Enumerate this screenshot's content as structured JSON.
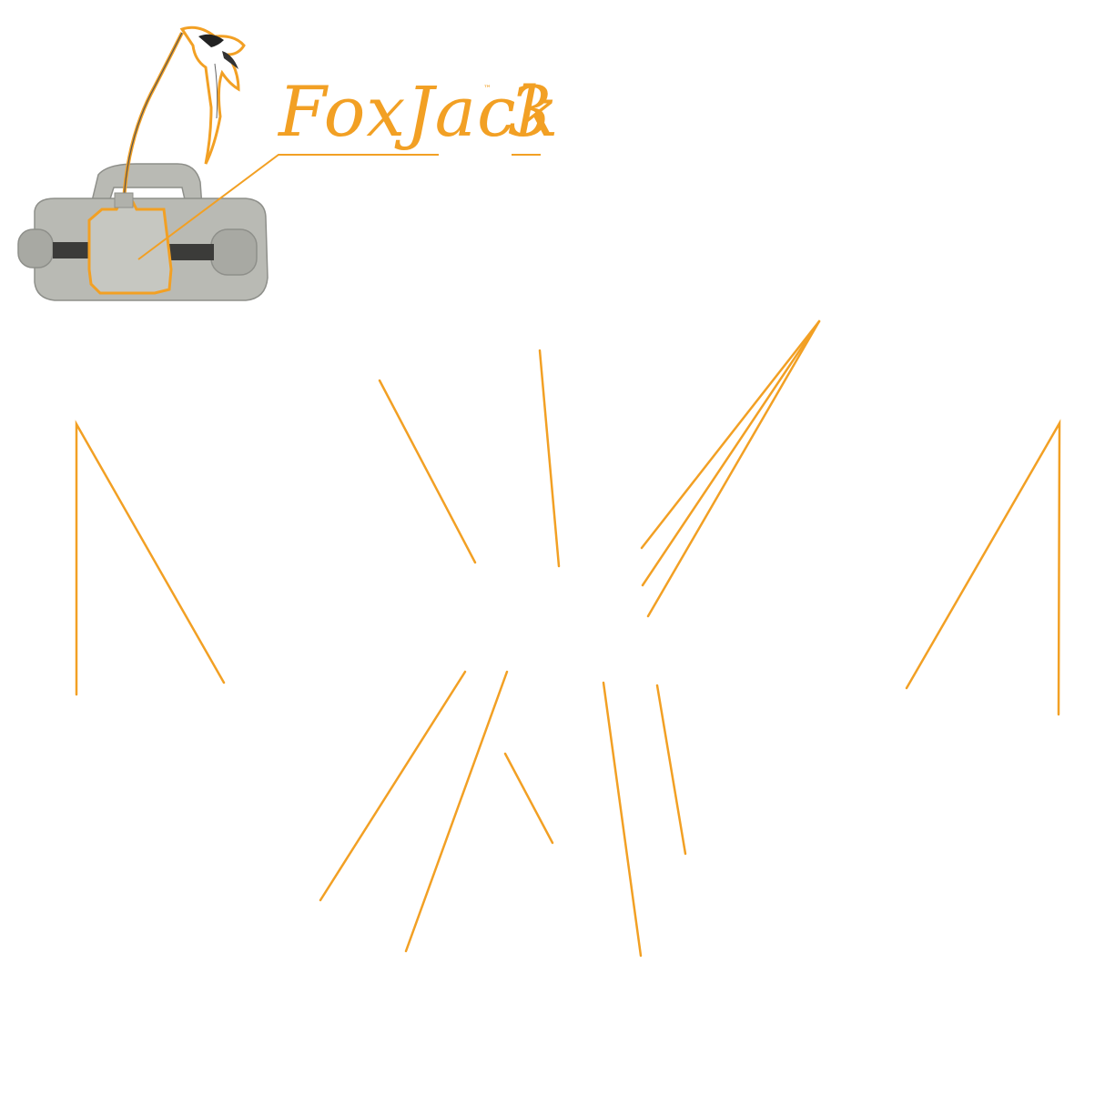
{
  "product": {
    "brand_name": "FoxJack",
    "trademark": "™",
    "model_number": "3"
  },
  "colors": {
    "accent": "#f2a024",
    "device_body": "#b9bab4",
    "device_shadow": "#8e8f8a",
    "background": "#ffffff"
  },
  "icons": [
    "bird-decoy-icon",
    "foxjack-device-image"
  ]
}
